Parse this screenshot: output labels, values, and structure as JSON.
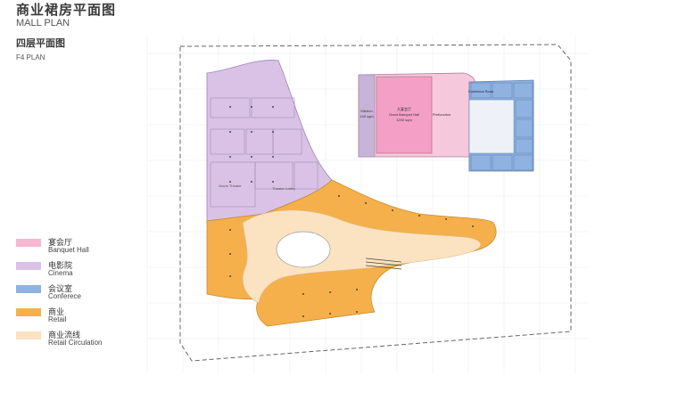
{
  "header": {
    "title_cn": "商业裙房平面图",
    "title_en": "MALL PLAN",
    "floor_cn": "四层平面图",
    "floor_en": "F4 PLAN"
  },
  "legend": [
    {
      "cn": "宴会厅",
      "en": "Banquet Hall",
      "color": "#f6b7d2"
    },
    {
      "cn": "电影院",
      "en": "Cinema",
      "color": "#d9c2e6"
    },
    {
      "cn": "会议室",
      "en": "Conferece",
      "color": "#8fb2e0"
    },
    {
      "cn": "商业",
      "en": "Retail",
      "color": "#f5b04c"
    },
    {
      "cn": "商业流线",
      "en": "Retail Circulation",
      "color": "#fbe2c0"
    }
  ],
  "plan_labels": {
    "banquet_cn": "大宴会厅",
    "banquet_en": "Grant Banquet Hall",
    "banquet_area": "1200 sqm",
    "kitchen": "Kitchen",
    "kitchen_area": "140 sqm",
    "prefunction": "Prefunction",
    "conference": "Conference Room",
    "cinema_hall": "Movie Theater",
    "theater_lobby": "Theater Lobby"
  }
}
